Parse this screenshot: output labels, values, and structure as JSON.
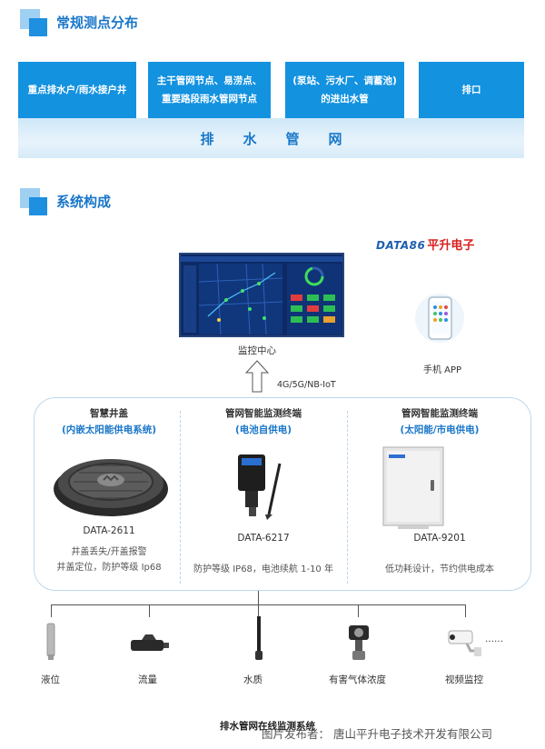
{
  "sections": {
    "measurement_points_title": "常规测点分布",
    "system_title": "系统构成"
  },
  "points": {
    "box1": "重点排水户/雨水接户井",
    "box2_line1": "主干管网节点、易涝点、",
    "box2_line2": "重要路段雨水管网节点",
    "box3_line1": "(泵站、污水厂、调蓄池)",
    "box3_line2": "的进出水管",
    "box4": "排口",
    "pipe_bar": "排水管网"
  },
  "brand": {
    "en": "DATA86",
    "cn": "平升电子"
  },
  "center": {
    "monitor_label": "监控中心",
    "network_label": "4G/5G/NB-IoT",
    "app_label": "手机 APP"
  },
  "devices": [
    {
      "title": "智慧井盖",
      "subtitle": "(内嵌太阳能供电系统)",
      "model": "DATA-2611",
      "desc_line1": "井盖丢失/开盖报警",
      "desc_line2": "井盖定位，防护等级 Ip68"
    },
    {
      "title": "管网智能监测终端",
      "subtitle": "(电池自供电)",
      "model": "DATA-6217",
      "desc_line1": "防护等级 IP68，电池续航 1-10 年",
      "desc_line2": ""
    },
    {
      "title": "管网智能监测终端",
      "subtitle": "(太阳能/市电供电)",
      "model": "DATA-9201",
      "desc_line1": "低功耗设计，节约供电成本",
      "desc_line2": ""
    }
  ],
  "sensors": [
    {
      "label": "液位",
      "icon": "level-sensor-icon"
    },
    {
      "label": "流量",
      "icon": "flow-sensor-icon"
    },
    {
      "label": "水质",
      "icon": "water-quality-sensor-icon"
    },
    {
      "label": "有害气体浓度",
      "icon": "gas-detector-icon"
    },
    {
      "label": "视频监控",
      "icon": "video-camera-icon"
    }
  ],
  "bottom_caption": "排水管网在线监测系统",
  "watermark": "图片发布者：  唐山平升电子技术开发有限公司",
  "colors": {
    "accent": "#1392e0",
    "title_blue": "#1976c8",
    "brand_red": "#d9201f",
    "screen_bg": "#0d2a66"
  }
}
